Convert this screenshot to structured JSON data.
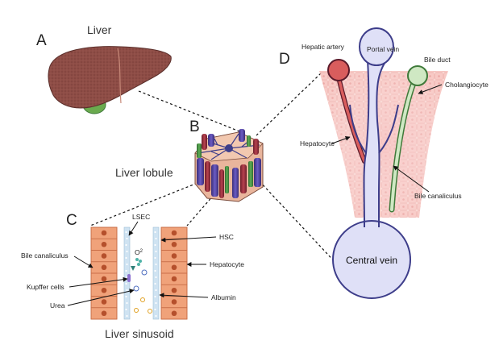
{
  "panels": {
    "a": "A",
    "b": "B",
    "c": "C",
    "d": "D"
  },
  "panel_a": {
    "title": "Liver"
  },
  "panel_b": {
    "title": "Liver lobule"
  },
  "panel_c": {
    "title": "Liver sinusoid",
    "lsec": "LSEC",
    "o2": "O",
    "o2_sup": "2",
    "hsc": "HSC",
    "bile_canaliculus": "Bile canaliculus",
    "kupffer": "Kupffer cells",
    "urea": "Urea",
    "hepatocyte": "Hepatocyte",
    "albumin": "Albumin"
  },
  "panel_d": {
    "hepatic_artery": "Hepatic artery",
    "portal_vein": "Portal vein",
    "bile_duct": "Bile duct",
    "cholangiocyte": "Cholangiocyte",
    "hepatocyte": "Hepatocyte",
    "bile_canaliculus": "Bile canaliculus",
    "central_vein": "Central vein"
  },
  "colors": {
    "liver": "#8a4a44",
    "gallbladder": "#6aaa4e",
    "hepatocyte_cell": "#f0a27a",
    "nucleus": "#b5502c",
    "vein_fill": "#dfe0f7",
    "vein_stroke": "#3d3d8a",
    "artery_fill": "#d95d5d",
    "artery_stroke": "#5a1a2a",
    "bile_fill": "#cfe8c3",
    "bile_stroke": "#3f7a3a",
    "tissue_pink": "#f6c3c3"
  }
}
